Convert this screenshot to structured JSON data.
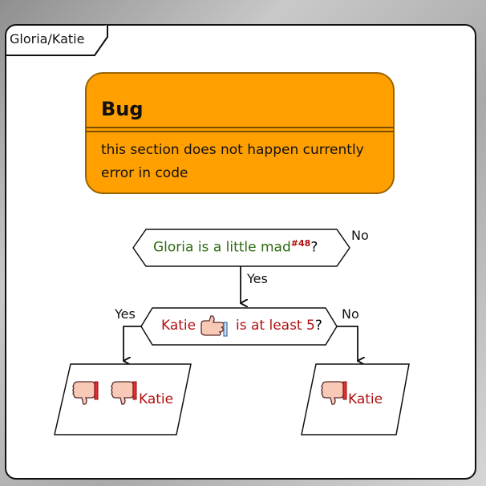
{
  "panel": {
    "title": "Gloria/Katie"
  },
  "bug_note": {
    "title": "Bug",
    "line1": "this section does not happen currently",
    "line2": "error in code"
  },
  "decision1": {
    "text": "Gloria is a little mad",
    "ref": "#48",
    "question_mark": "?",
    "no_label": "No",
    "yes_label": "Yes"
  },
  "decision2": {
    "text_before": "Katie",
    "text_after": "is at least",
    "value": "5",
    "question_mark": "?",
    "yes_label": "Yes",
    "no_label": "No"
  },
  "output_left": {
    "name": "Katie",
    "icons": [
      "thumbs-down-icon",
      "thumbs-down-icon"
    ]
  },
  "output_right": {
    "name": "Katie",
    "icons": [
      "thumbs-down-icon"
    ]
  },
  "colors": {
    "note_fill": "#ffa000",
    "green_text": "#2f6b12",
    "red_text": "#b01010"
  }
}
